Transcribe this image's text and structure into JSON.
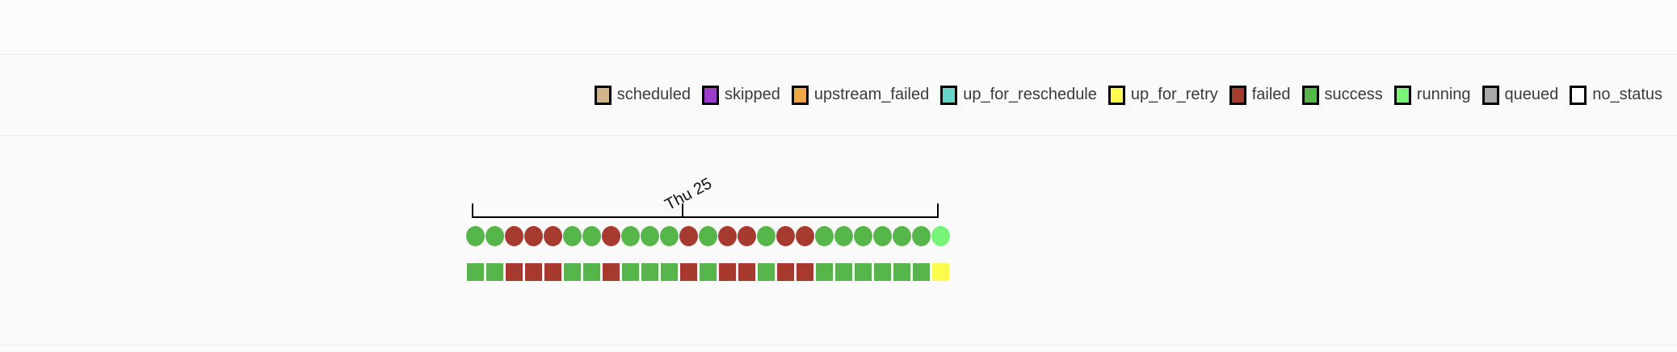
{
  "colors": {
    "background": "#fafafa",
    "divider": "#ebebeb",
    "axis": "#000000",
    "label_text": "#3b3b3b"
  },
  "legend": {
    "states": [
      {
        "name": "scheduled",
        "color": "#d2b48c"
      },
      {
        "name": "skipped",
        "color": "#9d3ccf"
      },
      {
        "name": "upstream_failed",
        "color": "#f0a843"
      },
      {
        "name": "up_for_reschedule",
        "color": "#64d7c8"
      },
      {
        "name": "up_for_retry",
        "color": "#fdfb4e"
      },
      {
        "name": "failed",
        "color": "#a63a2e"
      },
      {
        "name": "success",
        "color": "#56b649"
      },
      {
        "name": "running",
        "color": "#78f578"
      },
      {
        "name": "queued",
        "color": "#a9a9a9"
      },
      {
        "name": "no_status",
        "color": "#ffffff"
      }
    ]
  },
  "chart_data": {
    "type": "status_timeline",
    "axis_tick_label": "Thu 25",
    "dag_runs": [
      "success",
      "success",
      "failed",
      "failed",
      "failed",
      "success",
      "success",
      "failed",
      "success",
      "success",
      "success",
      "failed",
      "success",
      "failed",
      "failed",
      "success",
      "failed",
      "failed",
      "success",
      "success",
      "success",
      "success",
      "success",
      "success",
      "running"
    ],
    "task_instances": [
      "success",
      "success",
      "failed",
      "failed",
      "failed",
      "success",
      "success",
      "failed",
      "success",
      "success",
      "success",
      "failed",
      "success",
      "failed",
      "failed",
      "success",
      "failed",
      "failed",
      "success",
      "success",
      "success",
      "success",
      "success",
      "success",
      "up_for_retry"
    ]
  }
}
